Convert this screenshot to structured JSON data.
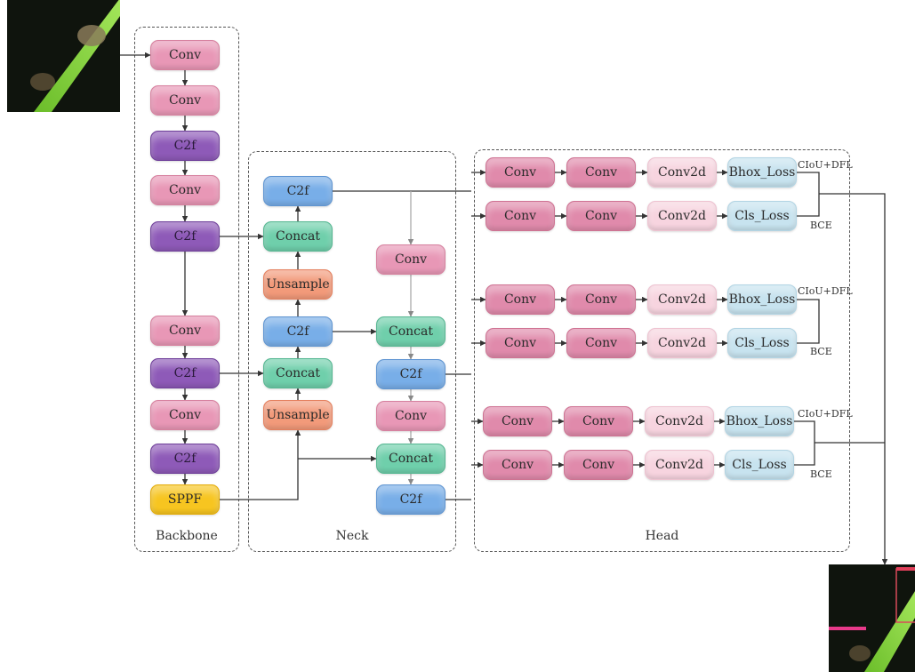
{
  "images": {
    "input": {
      "name": "input-image",
      "description": "insect on green leaf (input)"
    },
    "output": {
      "name": "output-image",
      "description": "detection result with bounding boxes"
    }
  },
  "groups": {
    "backbone": "Backbone",
    "neck": "Neck",
    "head": "Head"
  },
  "backbone": [
    {
      "label": "Conv",
      "kind": "pink"
    },
    {
      "label": "Conv",
      "kind": "pink"
    },
    {
      "label": "C2f",
      "kind": "purple"
    },
    {
      "label": "Conv",
      "kind": "pink"
    },
    {
      "label": "C2f",
      "kind": "purple"
    },
    {
      "label": "Conv",
      "kind": "pink"
    },
    {
      "label": "C2f",
      "kind": "purple"
    },
    {
      "label": "Conv",
      "kind": "pink"
    },
    {
      "label": "C2f",
      "kind": "purple"
    },
    {
      "label": "SPPF",
      "kind": "yellow"
    }
  ],
  "neck_left": [
    {
      "label": "C2f",
      "kind": "blue"
    },
    {
      "label": "Concat",
      "kind": "green"
    },
    {
      "label": "Unsample",
      "kind": "orange"
    },
    {
      "label": "C2f",
      "kind": "blue"
    },
    {
      "label": "Concat",
      "kind": "green"
    },
    {
      "label": "Unsample",
      "kind": "orange"
    }
  ],
  "neck_right": [
    {
      "label": "Conv",
      "kind": "pink"
    },
    {
      "label": "Concat",
      "kind": "green"
    },
    {
      "label": "C2f",
      "kind": "blue"
    },
    {
      "label": "Conv",
      "kind": "pink"
    },
    {
      "label": "Concat",
      "kind": "green"
    },
    {
      "label": "C2f",
      "kind": "blue"
    }
  ],
  "head": {
    "rows": [
      {
        "cells": [
          "Conv",
          "Conv",
          "Conv2d",
          "Bhox_Loss"
        ]
      },
      {
        "cells": [
          "Conv",
          "Conv",
          "Conv2d",
          "Cls_Loss"
        ]
      },
      {
        "cells": [
          "Conv",
          "Conv",
          "Conv2d",
          "Bhox_Loss"
        ]
      },
      {
        "cells": [
          "Conv",
          "Conv",
          "Conv2d",
          "Cls_Loss"
        ]
      },
      {
        "cells": [
          "Conv",
          "Conv",
          "Conv2d",
          "Bhox_Loss"
        ]
      },
      {
        "cells": [
          "Conv",
          "Conv",
          "Conv2d",
          "Cls_Loss"
        ]
      }
    ],
    "loss_tags": {
      "box": "CIoU+DFL",
      "cls": "BCE"
    }
  },
  "colors": {
    "pink": "#e897b6",
    "purple": "#8e5ab8",
    "blue": "#78aee8",
    "green": "#6fcfab",
    "orange": "#f29a7a",
    "yellow": "#f7c520",
    "lightpink": "#f7d4df",
    "lightblue": "#c7e3ef",
    "wire": "#333333",
    "wire_light": "#aaaaaa"
  }
}
